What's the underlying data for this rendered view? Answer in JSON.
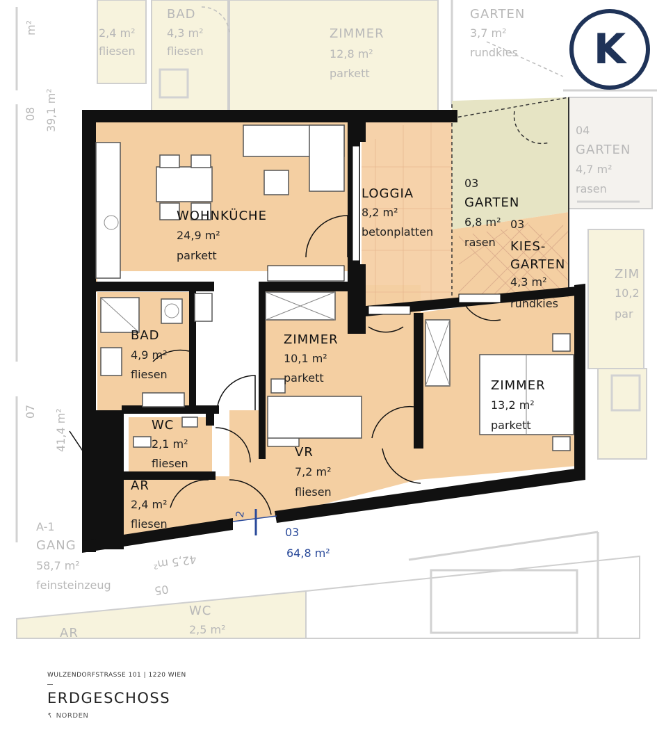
{
  "logo": {
    "letter": "K",
    "color": "#1f3358"
  },
  "colors": {
    "wall": "#111111",
    "floor_warm": "#f4cfa2",
    "floor_loggia": "#f6d2aa",
    "garten_green": "#e6e4c4",
    "ghost_floor": "#f7f3dd",
    "ghost_line": "#c9c9c9",
    "unit_label": "#2a4a9a"
  },
  "rooms": [
    {
      "name": "WOHNKÜCHE",
      "area": "24,9 m²",
      "floor": "parkett"
    },
    {
      "name": "LOGGIA",
      "area": "8,2 m²",
      "floor": "betonplatten"
    },
    {
      "name": "GARTEN",
      "number": "03",
      "area": "6,8 m²",
      "floor": "rasen"
    },
    {
      "name": "KIES-\nGARTEN",
      "number": "03",
      "area": "4,3 m²",
      "floor": "rundkies"
    },
    {
      "name": "BAD",
      "area": "4,9 m²",
      "floor": "fliesen"
    },
    {
      "name": "ZIMMER",
      "area": "10,1 m²",
      "floor": "parkett"
    },
    {
      "name": "ZIMMER",
      "area": "13,2 m²",
      "floor": "parkett"
    },
    {
      "name": "WC",
      "area": "2,1 m²",
      "floor": "fliesen"
    },
    {
      "name": "VR",
      "area": "7,2 m²",
      "floor": "fliesen"
    },
    {
      "name": "AR",
      "area": "2,4 m²",
      "floor": "fliesen"
    }
  ],
  "unit": {
    "number": "03",
    "area": "64,8 m²",
    "entrance_mark": "2"
  },
  "neighbors": [
    {
      "name": "BAD",
      "area": "4,3 m²",
      "floor": "fliesen"
    },
    {
      "name": "",
      "area": "2,4 m²",
      "floor": "fliesen"
    },
    {
      "name": "ZIMMER",
      "area": "12,8 m²",
      "floor": "parkett"
    },
    {
      "name": "GARTEN",
      "area": "3,7 m²",
      "floor": "rundkies"
    },
    {
      "name": "GARTEN",
      "number": "04",
      "area": "4,7 m²",
      "floor": "rasen"
    },
    {
      "name": "ZIM",
      "area": "10,2",
      "floor": "par"
    },
    {
      "name": "GANG",
      "number": "A-1",
      "area": "58,7 m²",
      "floor": "feinsteinzeug"
    },
    {
      "name": "WC",
      "area": "2,5 m²",
      "floor": ""
    },
    {
      "name": "AR",
      "area": "",
      "floor": ""
    }
  ],
  "side_labels": {
    "unit_08": "08",
    "unit_08_area": "39,1 m²",
    "unit_07": "07",
    "unit_07_area": "41,4 m²",
    "unit_05": "05",
    "unit_05_area": "42,5 m²",
    "unit_top_m2": "m²"
  },
  "footer": {
    "address": "WULZENDORFSTRASSE 101 | 1220 WIEN",
    "floor": "ERDGESCHOSS",
    "north_icon": "north-arrow-icon",
    "north": "NORDEN"
  }
}
